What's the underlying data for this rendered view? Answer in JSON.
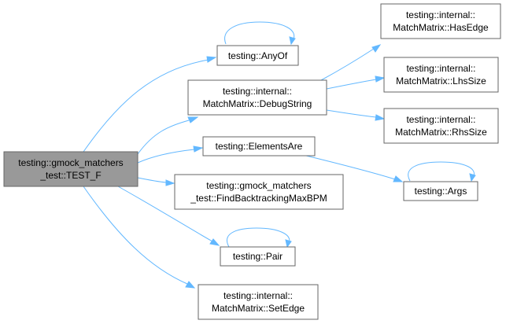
{
  "diagram": {
    "nodes": {
      "root": [
        "testing::gmock_matchers",
        "_test::TEST_F"
      ],
      "anyof": [
        "testing::AnyOf"
      ],
      "debugstring": [
        "testing::internal::",
        "MatchMatrix::DebugString"
      ],
      "hasedge": [
        "testing::internal::",
        "MatchMatrix::HasEdge"
      ],
      "lhssize": [
        "testing::internal::",
        "MatchMatrix::LhsSize"
      ],
      "rhssize": [
        "testing::internal::",
        "MatchMatrix::RhsSize"
      ],
      "elementsare": [
        "testing::ElementsAre"
      ],
      "args": [
        "testing::Args"
      ],
      "findbacktracking": [
        "testing::gmock_matchers",
        "_test::FindBacktrackingMaxBPM"
      ],
      "pair": [
        "testing::Pair"
      ],
      "setedge": [
        "testing::internal::",
        "MatchMatrix::SetEdge"
      ]
    },
    "edges": [
      [
        "root",
        "anyof"
      ],
      [
        "root",
        "debugstring"
      ],
      [
        "root",
        "elementsare"
      ],
      [
        "root",
        "findbacktracking"
      ],
      [
        "root",
        "pair"
      ],
      [
        "root",
        "setedge"
      ],
      [
        "anyof",
        "anyof"
      ],
      [
        "debugstring",
        "hasedge"
      ],
      [
        "debugstring",
        "lhssize"
      ],
      [
        "debugstring",
        "rhssize"
      ],
      [
        "elementsare",
        "args"
      ],
      [
        "args",
        "args"
      ],
      [
        "pair",
        "pair"
      ]
    ],
    "colors": {
      "edge": "#63b8ff",
      "root_fill": "#999999",
      "node_fill": "#ffffff",
      "border": "#666666"
    }
  }
}
